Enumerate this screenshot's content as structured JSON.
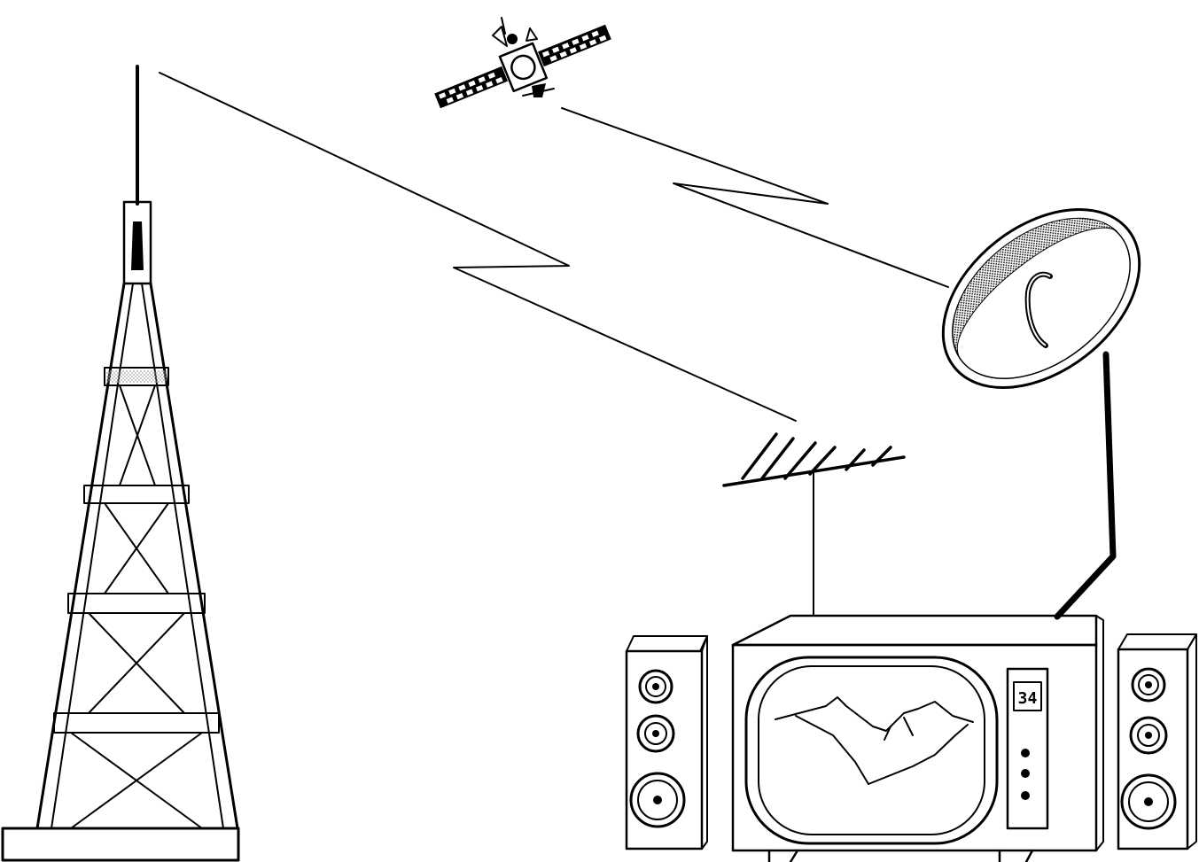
{
  "figure": {
    "tv": {
      "channel_number": "34"
    },
    "colors": {
      "ink": "#000000",
      "background": "#ffffff",
      "dish_inner": "#7a7a7a"
    },
    "elements": [
      "transmission-tower",
      "satellite",
      "satellite-dish",
      "rooftop-antenna",
      "television",
      "left-speaker",
      "right-speaker"
    ]
  }
}
